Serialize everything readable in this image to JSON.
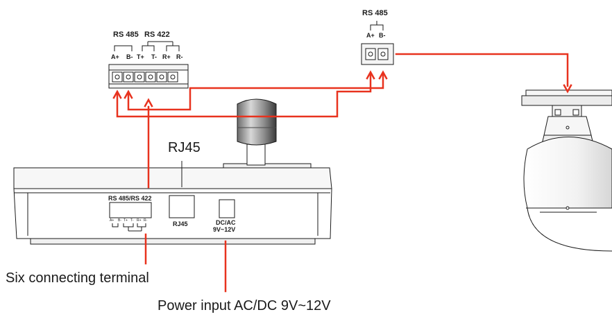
{
  "colors": {
    "wire": "#e8321e",
    "line": "#1a1a1a",
    "panel": "#f4f4f4"
  },
  "terminal_block": {
    "rs485_label": "RS 485",
    "rs422_label": "RS 422",
    "pins": [
      "A+",
      "B-",
      "T+",
      "T-",
      "R+",
      "R-"
    ]
  },
  "camera_terminal": {
    "rs485_label": "RS 485",
    "pins": [
      "A+",
      "B-"
    ]
  },
  "keyboard": {
    "port_group_label": "RS 485/RS 422",
    "small_pins": [
      "A+",
      "B-",
      "T+",
      "T-",
      "R+",
      "R-"
    ],
    "rj45_port_label": "RJ45",
    "power_port_label_line1": "DC/AC",
    "power_port_label_line2": "9V~12V"
  },
  "callouts": {
    "rj45": "RJ45",
    "six_terminal": "Six connecting terminal",
    "power_input": "Power input  AC/DC 9V~12V"
  }
}
